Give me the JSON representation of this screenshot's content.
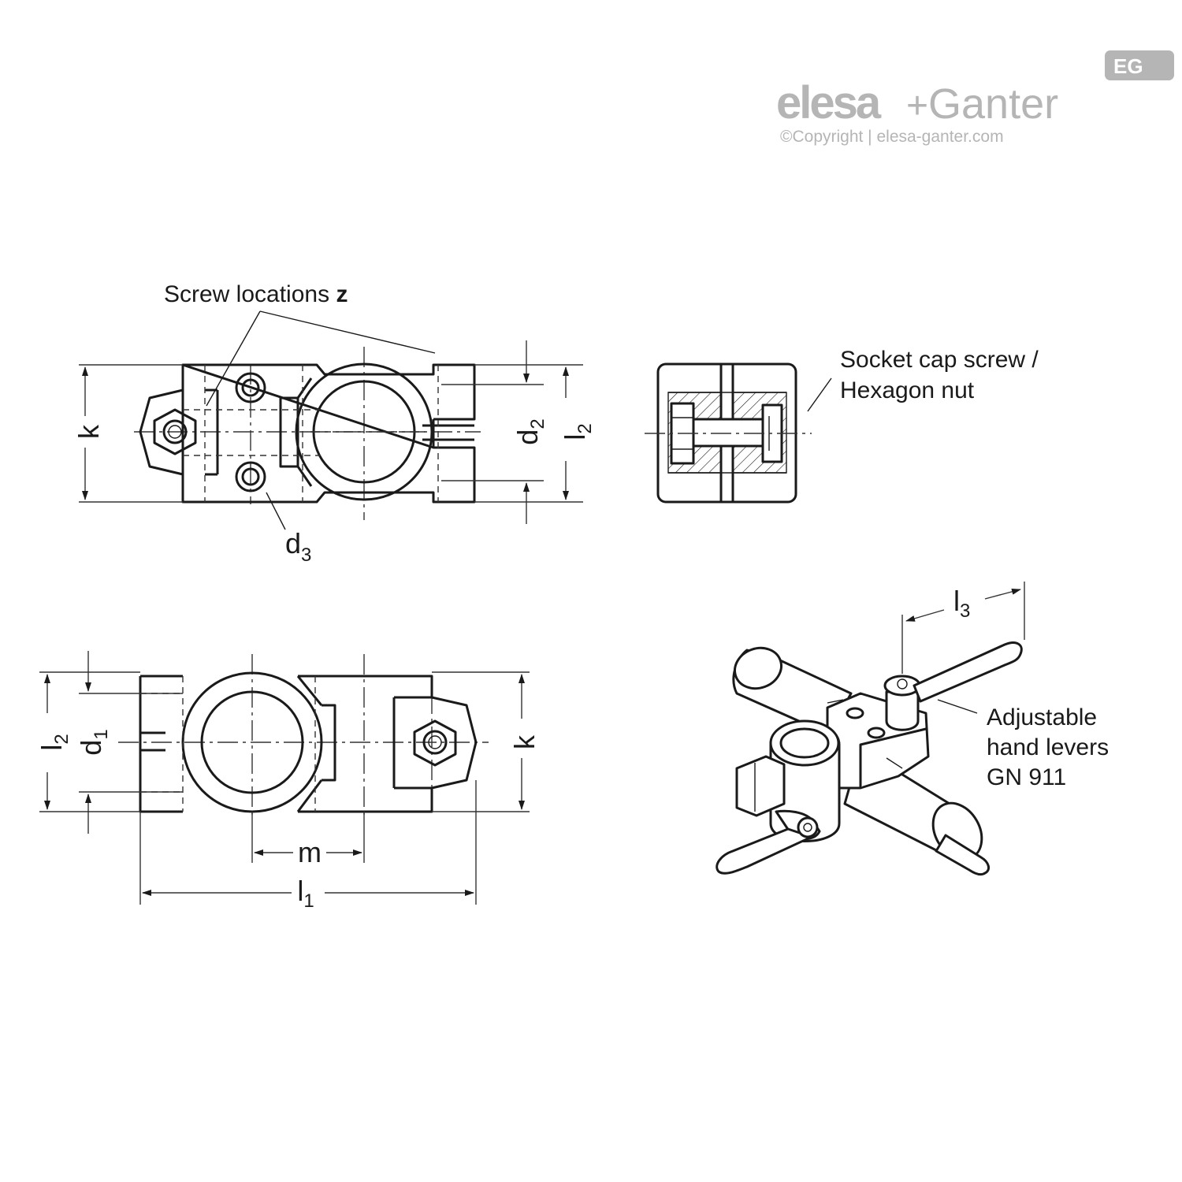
{
  "logo": {
    "brand_left": "elesa",
    "brand_plus": "+",
    "brand_right": "Ganter",
    "copyright": "©Copyright | elesa-ganter.com",
    "badge": "EG"
  },
  "labels": {
    "screw_locations": "Screw locations",
    "screw_locations_var": "z",
    "socket_line1": "Socket cap screw /",
    "socket_line2": "Hexagon nut",
    "levers_line1": "Adjustable",
    "levers_line2": "hand levers",
    "levers_line3": "GN 911"
  },
  "dimensions": {
    "k": "k",
    "d": "d",
    "l": "l",
    "m": "m",
    "sub_1": "1",
    "sub_2": "2",
    "sub_3": "3"
  }
}
